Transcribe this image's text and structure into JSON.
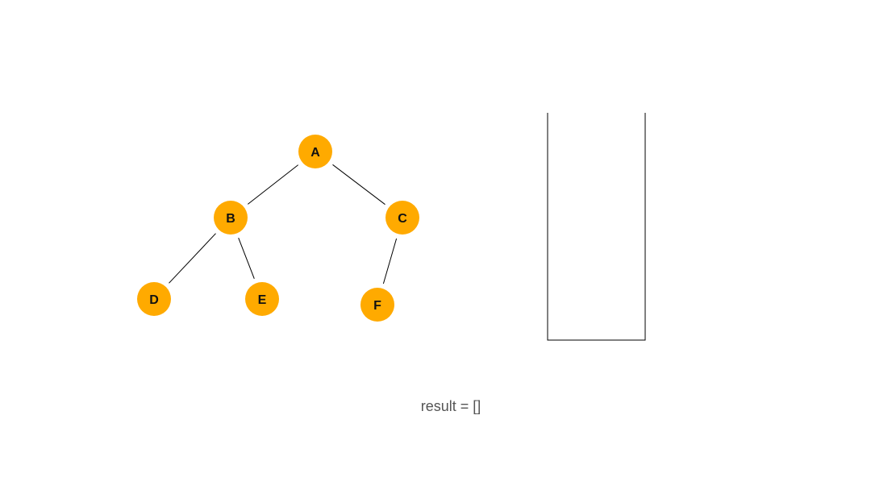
{
  "colors": {
    "node_fill": "#FFAA00",
    "edge_stroke": "#000000",
    "label_text": "#111111",
    "result_text": "#555555"
  },
  "tree": {
    "nodes": [
      {
        "id": "A",
        "label": "A"
      },
      {
        "id": "B",
        "label": "B"
      },
      {
        "id": "C",
        "label": "C"
      },
      {
        "id": "D",
        "label": "D"
      },
      {
        "id": "E",
        "label": "E"
      },
      {
        "id": "F",
        "label": "F"
      }
    ],
    "edges": [
      {
        "from": "A",
        "to": "B"
      },
      {
        "from": "A",
        "to": "C"
      },
      {
        "from": "B",
        "to": "D"
      },
      {
        "from": "B",
        "to": "E"
      },
      {
        "from": "C",
        "to": "F"
      }
    ]
  },
  "stack": {
    "items": []
  },
  "result": {
    "text": "result = []"
  }
}
